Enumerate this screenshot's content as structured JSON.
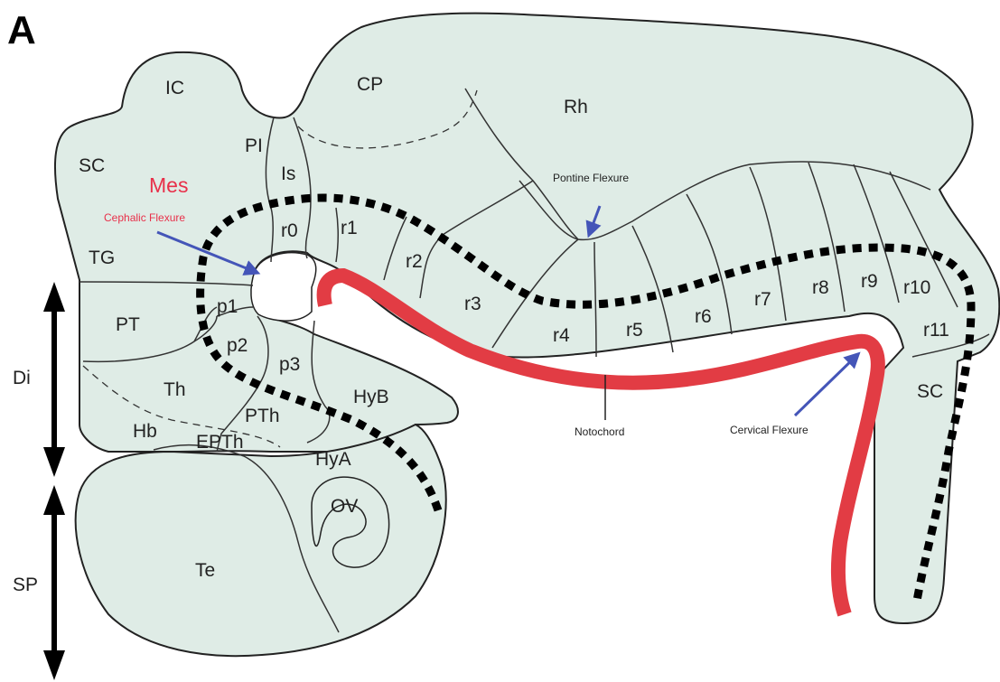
{
  "panel_label": "A",
  "regions": {
    "IC": "IC",
    "SC_mes": "SC",
    "Mes": "Mes",
    "TG": "TG",
    "PI": "PI",
    "Is": "Is",
    "CP": "CP",
    "Rh": "Rh",
    "r0": "r0",
    "r1": "r1",
    "r2": "r2",
    "r3": "r3",
    "r4": "r4",
    "r5": "r5",
    "r6": "r6",
    "r7": "r7",
    "r8": "r8",
    "r9": "r9",
    "r10": "r10",
    "r11": "r11",
    "SC_spine": "SC",
    "PT": "PT",
    "p1": "p1",
    "p2": "p2",
    "p3": "p3",
    "Th": "Th",
    "Hb": "Hb",
    "PTh": "PTh",
    "EPTh": "EPTh",
    "HyB": "HyB",
    "HyA": "HyA",
    "OV": "OV",
    "Te": "Te"
  },
  "annotations": {
    "cephalic_flexure": "Cephalic Flexure",
    "pontine_flexure": "Pontine Flexure",
    "cervical_flexure": "Cervical Flexure",
    "notochord": "Notochord"
  },
  "axis_labels": {
    "Di": "Di",
    "SP": "SP"
  },
  "colors": {
    "tissue_fill": "#dfece6",
    "notochord": "#e23c44",
    "flexure_arrow": "#4455b8",
    "mes_label": "#e8304a",
    "outline": "#222222"
  }
}
